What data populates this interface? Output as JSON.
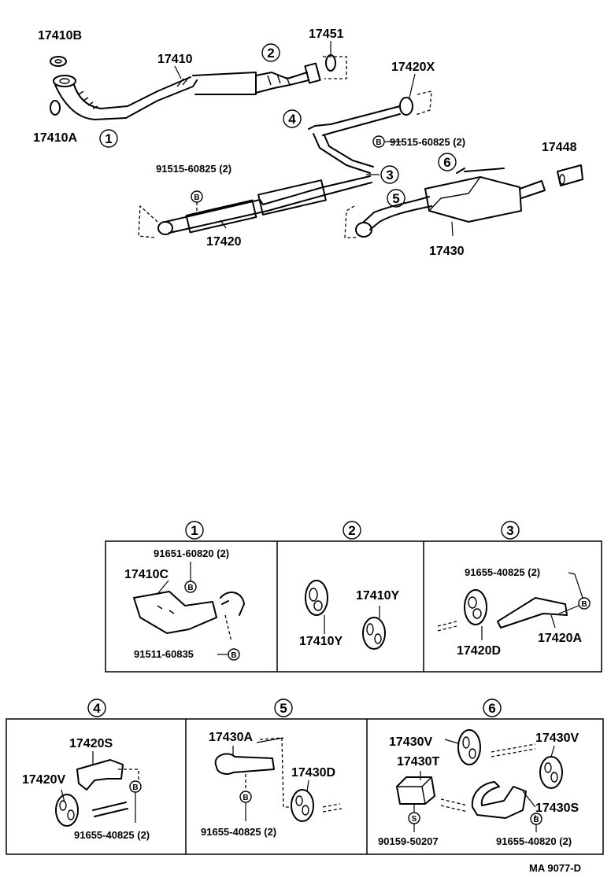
{
  "main": {
    "p17410B": "17410B",
    "p17410A": "17410A",
    "p17410": "17410",
    "p17451": "17451",
    "p17420X": "17420X",
    "p17448": "17448",
    "p17420": "17420",
    "p17430": "17430",
    "bolt_upper": "91515-60825 (2)",
    "bolt_lower": "91515-60825 (2)",
    "c1": "1",
    "c2": "2",
    "c3": "3",
    "c4": "4",
    "c5": "5",
    "c6": "6",
    "bolt_letter": "B"
  },
  "details": {
    "d1": {
      "num": "1",
      "bolt_top": "91651-60820 (2)",
      "part_a": "17410C",
      "bolt_bottom": "91511-60835"
    },
    "d2": {
      "num": "2",
      "part_a": "17410Y",
      "part_b": "17410Y"
    },
    "d3": {
      "num": "3",
      "bolt": "91655-40825 (2)",
      "part_a": "17420D",
      "part_b": "17420A"
    },
    "d4": {
      "num": "4",
      "part_a": "17420S",
      "part_b": "17420V",
      "bolt": "91655-40825 (2)"
    },
    "d5": {
      "num": "5",
      "part_a": "17430A",
      "part_b": "17430D",
      "bolt": "91655-40825 (2)"
    },
    "d6": {
      "num": "6",
      "part_a": "17430V",
      "part_b": "17430V",
      "part_c": "17430T",
      "part_d": "17430S",
      "screw": "90159-50207",
      "bolt": "91655-40820 (2)",
      "screw_letter": "S"
    }
  },
  "footer_code": "MA 9077-D"
}
